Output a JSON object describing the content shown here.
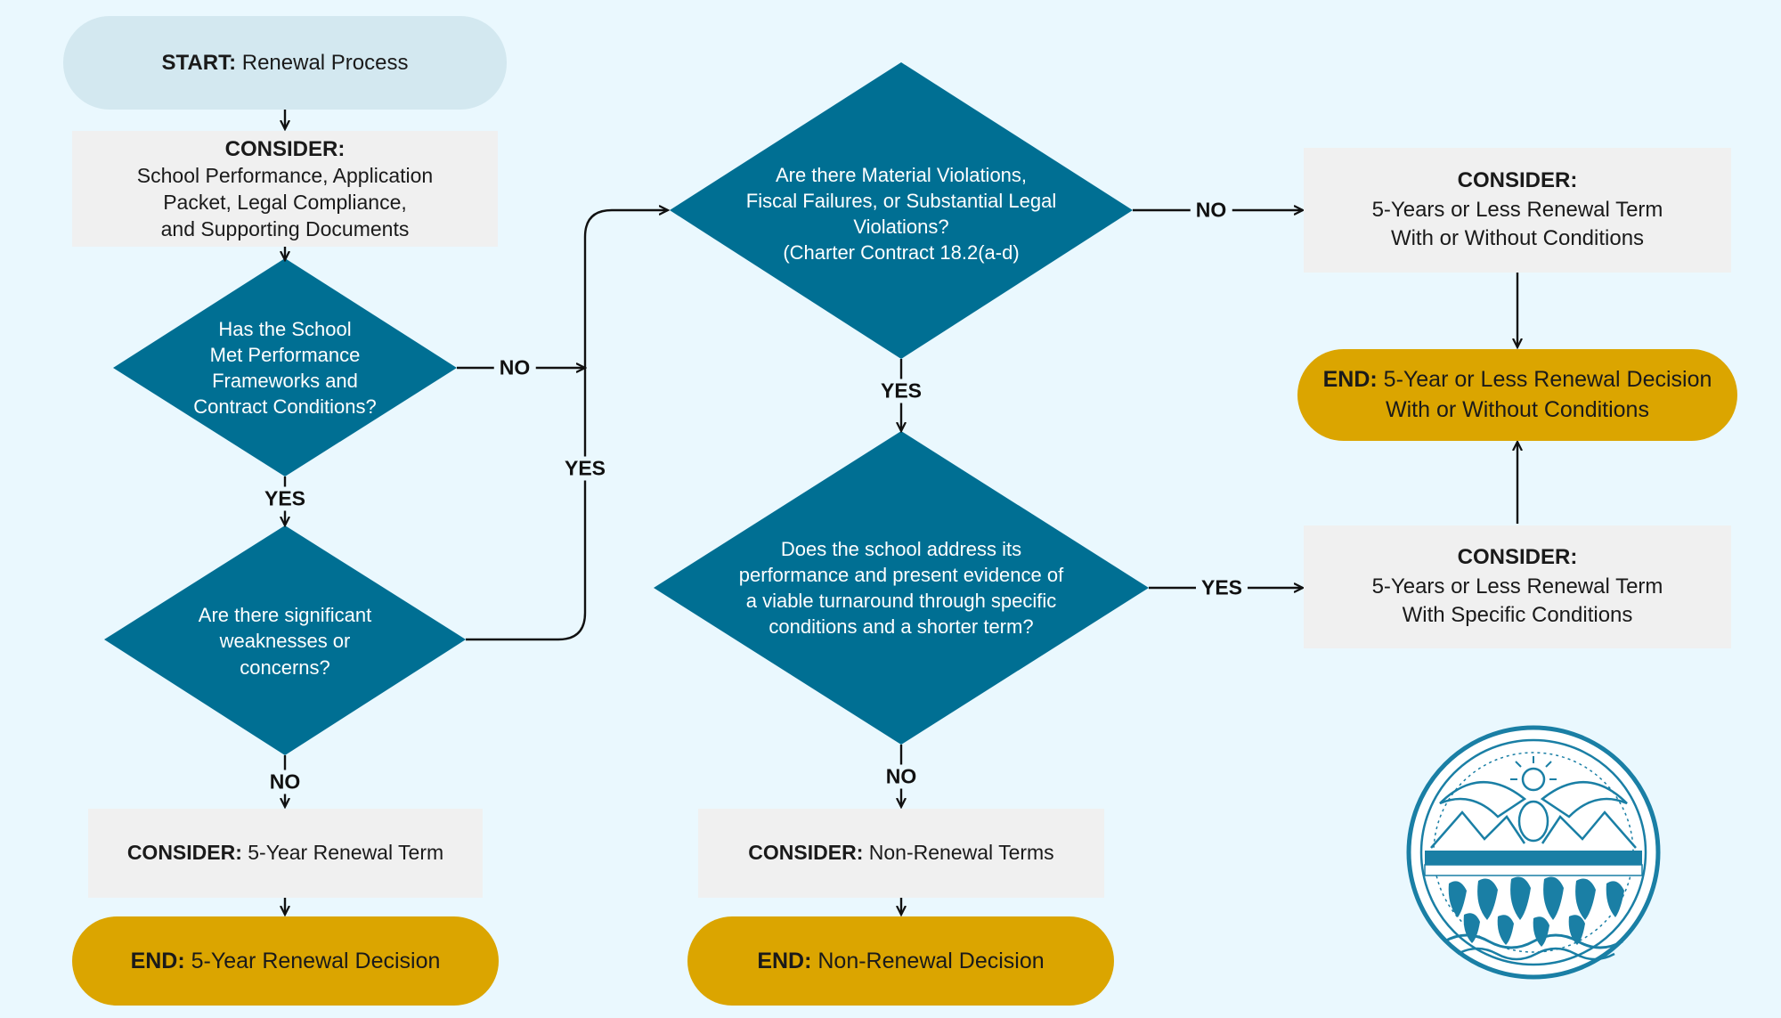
{
  "start": {
    "label": "START:",
    "text": "Renewal Process"
  },
  "consider_main": {
    "label": "CONSIDER:",
    "lines": [
      "School Performance, Application",
      "Packet, Legal Compliance,",
      "and Supporting Documents"
    ]
  },
  "q_performance": {
    "lines": [
      "Has the School",
      "Met Performance",
      "Frameworks and",
      "Contract Conditions?"
    ]
  },
  "q_weaknesses": {
    "lines": [
      "Are there significant",
      "weaknesses or",
      "concerns?"
    ]
  },
  "q_violations": {
    "lines": [
      "Are there Material Violations,",
      "Fiscal Failures, or Substantial Legal",
      "Violations?",
      "(Charter Contract 18.2(a-d)"
    ]
  },
  "q_turnaround": {
    "lines": [
      "Does the school address its",
      "performance and present evidence of",
      "a viable turnaround through specific",
      "conditions and a shorter term?"
    ]
  },
  "consider_5yr": {
    "label": "CONSIDER:",
    "text": "5-Year Renewal Term"
  },
  "end_5yr": {
    "label": "END:",
    "text": "5-Year Renewal Decision"
  },
  "consider_nonrenewal": {
    "label": "CONSIDER:",
    "text": "Non-Renewal Terms"
  },
  "end_nonrenewal": {
    "label": "END:",
    "text": "Non-Renewal Decision"
  },
  "consider_without": {
    "label": "CONSIDER:",
    "lines": [
      "5-Years or Less Renewal Term",
      "With or Without Conditions"
    ]
  },
  "consider_specific": {
    "label": "CONSIDER:",
    "lines": [
      "5-Years or Less Renewal Term",
      "With Specific Conditions"
    ]
  },
  "end_less": {
    "label": "END:",
    "text": "5-Year or Less Renewal Decision",
    "line2": "With or Without Conditions"
  },
  "labels": {
    "no_perf": "NO",
    "yes_perf": "YES",
    "no_weak": "NO",
    "yes_weak": "YES",
    "no_viol": "NO",
    "yes_viol": "YES",
    "yes_turn": "YES",
    "no_turn": "NO"
  },
  "colors": {
    "background": "#eaf8fe",
    "diamond": "#006f93",
    "end_pill": "#dba500",
    "start_pill": "#d3e8f0",
    "box": "#f0f0f0",
    "seal": "#1a7fa5"
  },
  "seal": {
    "icon": "commission-seal-icon"
  }
}
